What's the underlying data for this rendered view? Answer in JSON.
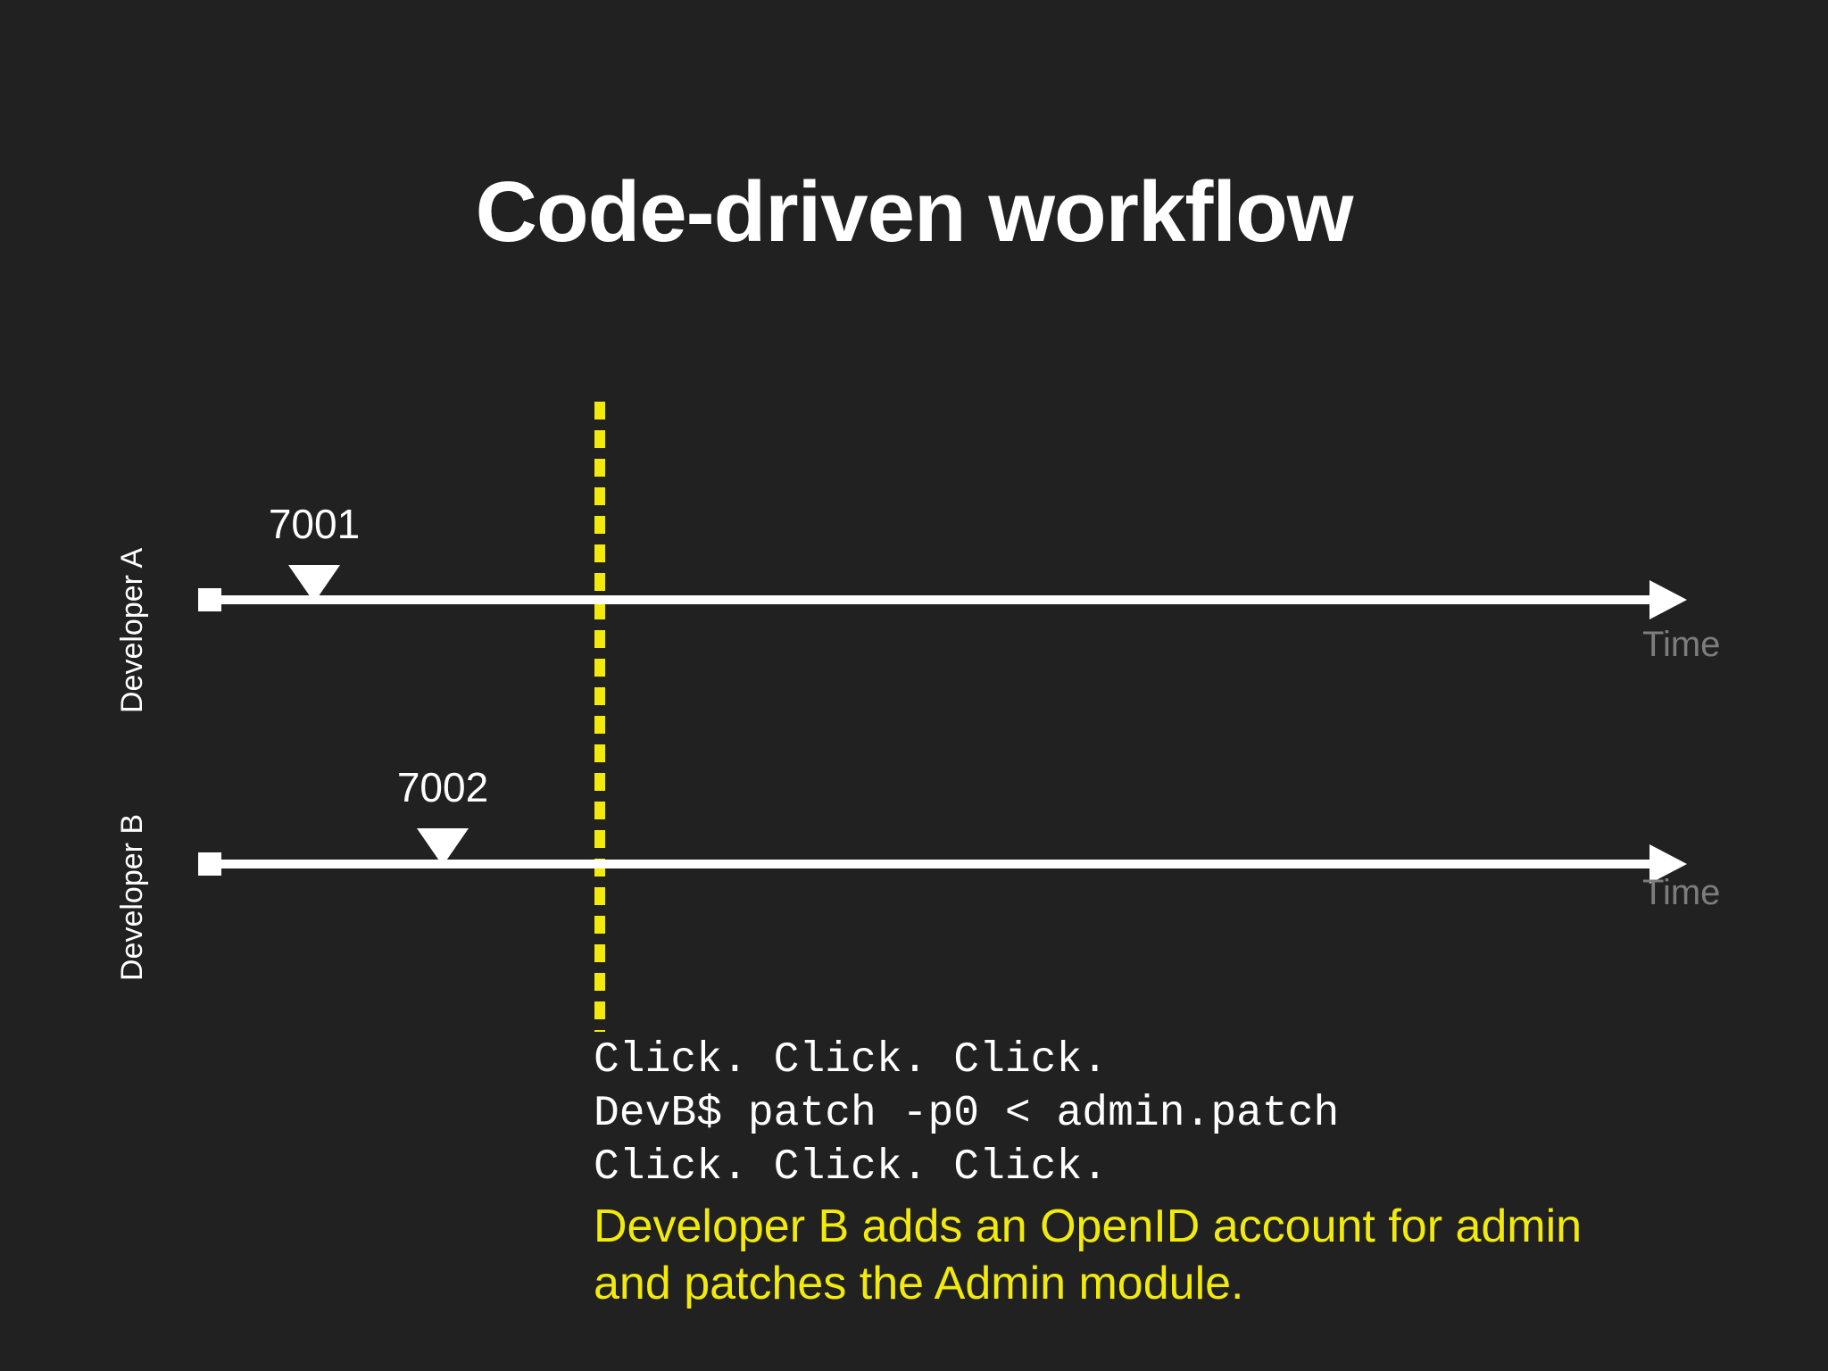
{
  "slide": {
    "title": "Code-driven workflow",
    "background_color": "#212121",
    "accent_color": "#f2ea0a",
    "text_color": "#ffffff",
    "muted_color": "#7d7d7d"
  },
  "timelines": [
    {
      "axis_label": "Developer A",
      "time_caption": "Time",
      "marker_label": "7001"
    },
    {
      "axis_label": "Developer B",
      "time_caption": "Time",
      "marker_label": "7002"
    }
  ],
  "sync_line": {
    "style": "dashed-vertical",
    "color": "#f2ea0a"
  },
  "narration": {
    "code_lines": [
      "Click. Click. Click.",
      "DevB$ patch -p0 < admin.patch",
      "Click. Click. Click."
    ],
    "highlight_lines": [
      "Developer B adds an OpenID account for admin",
      "and patches the Admin module."
    ]
  }
}
